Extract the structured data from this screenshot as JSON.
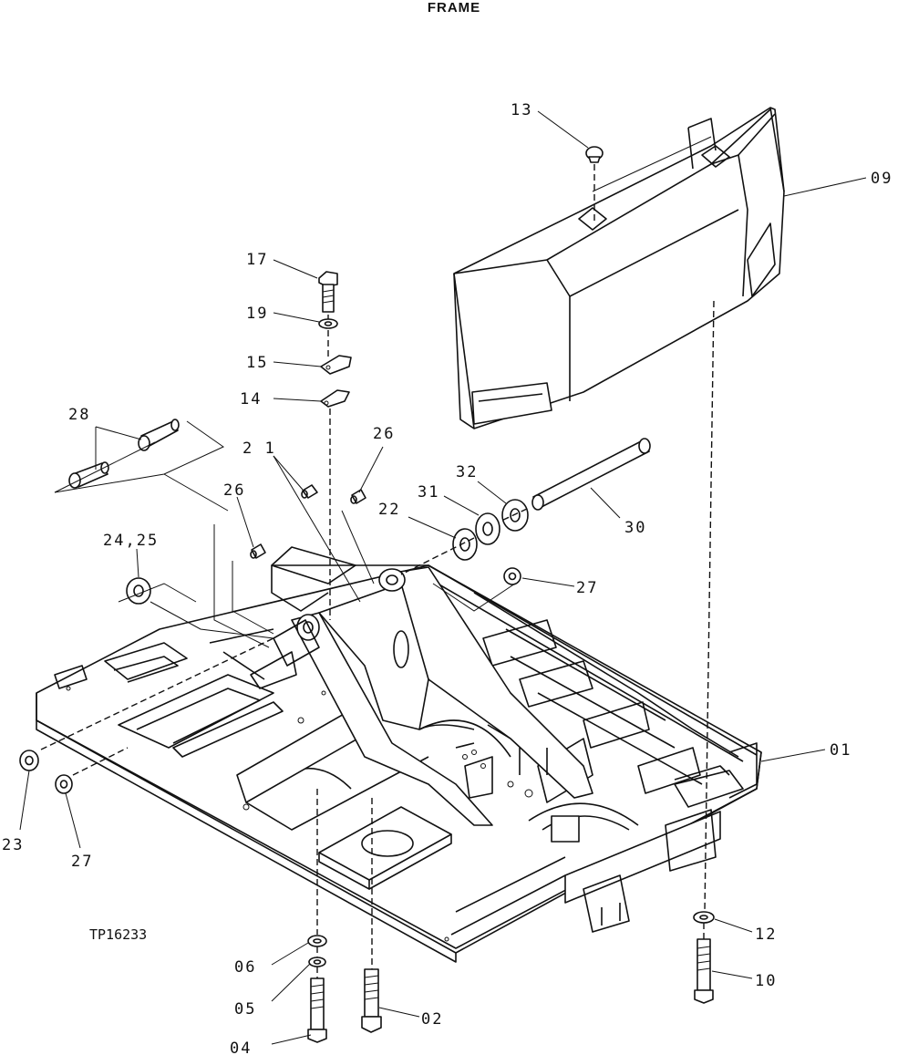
{
  "title": "FRAME",
  "reference": "TP16233",
  "callouts": {
    "c01": "01",
    "c02": "02",
    "c04": "04",
    "c05": "05",
    "c06": "06",
    "c09": "09",
    "c10": "10",
    "c12": "12",
    "c13": "13",
    "c14": "14",
    "c15": "15",
    "c17": "17",
    "c19": "19",
    "c21": "2 1",
    "c22": "22",
    "c23": "23",
    "c24_25": "24,25",
    "c26a": "26",
    "c26b": "26",
    "c27a": "27",
    "c27b": "27",
    "c28": "28",
    "c30": "30",
    "c31": "31",
    "c32": "32"
  }
}
